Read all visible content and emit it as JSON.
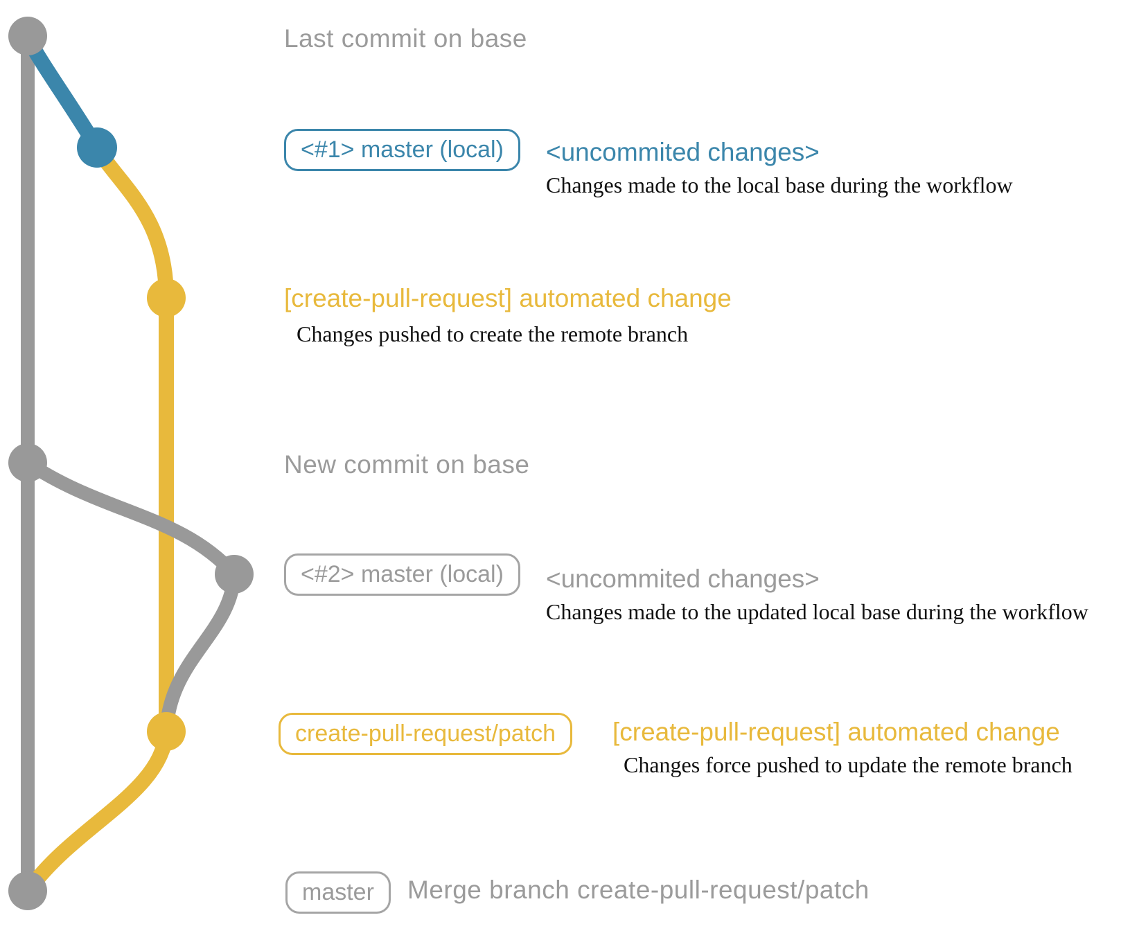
{
  "colors": {
    "gray": "#999999",
    "gray_text": "#9b9b9b",
    "blue": "#3b86ab",
    "yellow": "#e8b93c",
    "dark": "#111111"
  },
  "captions": {
    "last_commit": "Last commit on base",
    "new_commit": "New commit on base"
  },
  "rows": {
    "local1": {
      "branch_label": "<#1> master (local)",
      "annotation": "<uncommited changes>",
      "description": "Changes made to the local base during the workflow"
    },
    "push1": {
      "annotation": "[create-pull-request] automated change",
      "description": "Changes pushed to create the remote branch"
    },
    "local2": {
      "branch_label": "<#2> master (local)",
      "annotation": "<uncommited changes>",
      "description": "Changes made to the updated local base during the workflow"
    },
    "push2": {
      "branch_label": "create-pull-request/patch",
      "annotation": "[create-pull-request] automated change",
      "description": "Changes force pushed to update the remote branch"
    },
    "merge": {
      "branch_label": "master",
      "annotation": "Merge branch create-pull-request/patch"
    }
  }
}
